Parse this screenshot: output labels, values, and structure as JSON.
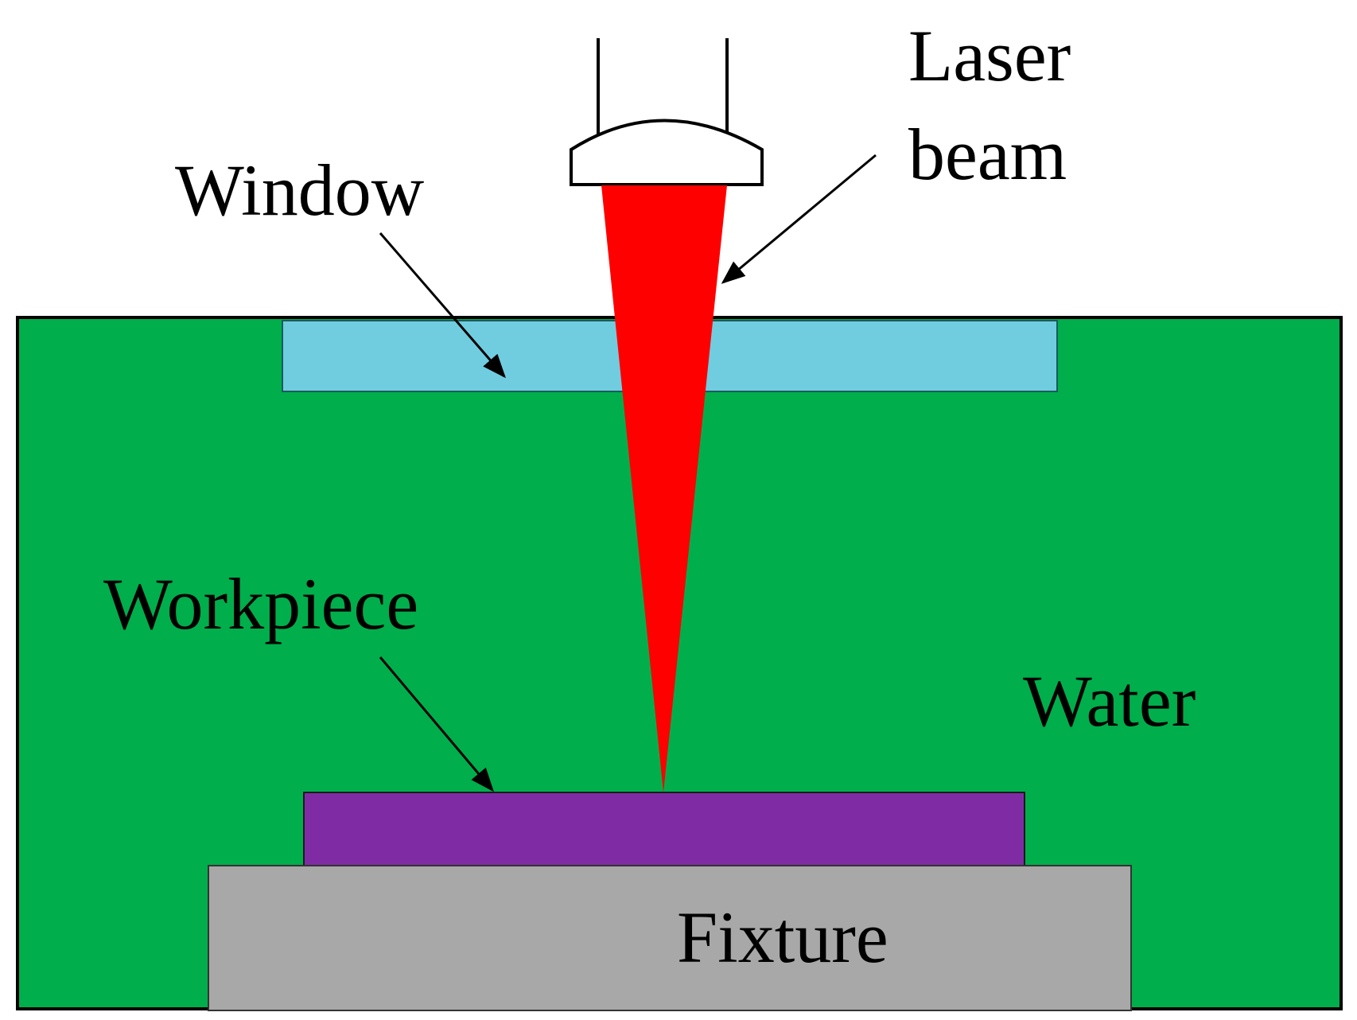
{
  "labels": {
    "laser_line1": "Laser",
    "laser_line2": "beam",
    "window": "Window",
    "workpiece": "Workpiece",
    "water": "Water",
    "fixture": "Fixture"
  },
  "colors": {
    "water": "#00ae4b",
    "window": "#70cde0",
    "laser": "#ff0000",
    "workpiece": "#7f2ca4",
    "fixture": "#a8a8a8",
    "outline": "#000000",
    "background": "#ffffff"
  }
}
